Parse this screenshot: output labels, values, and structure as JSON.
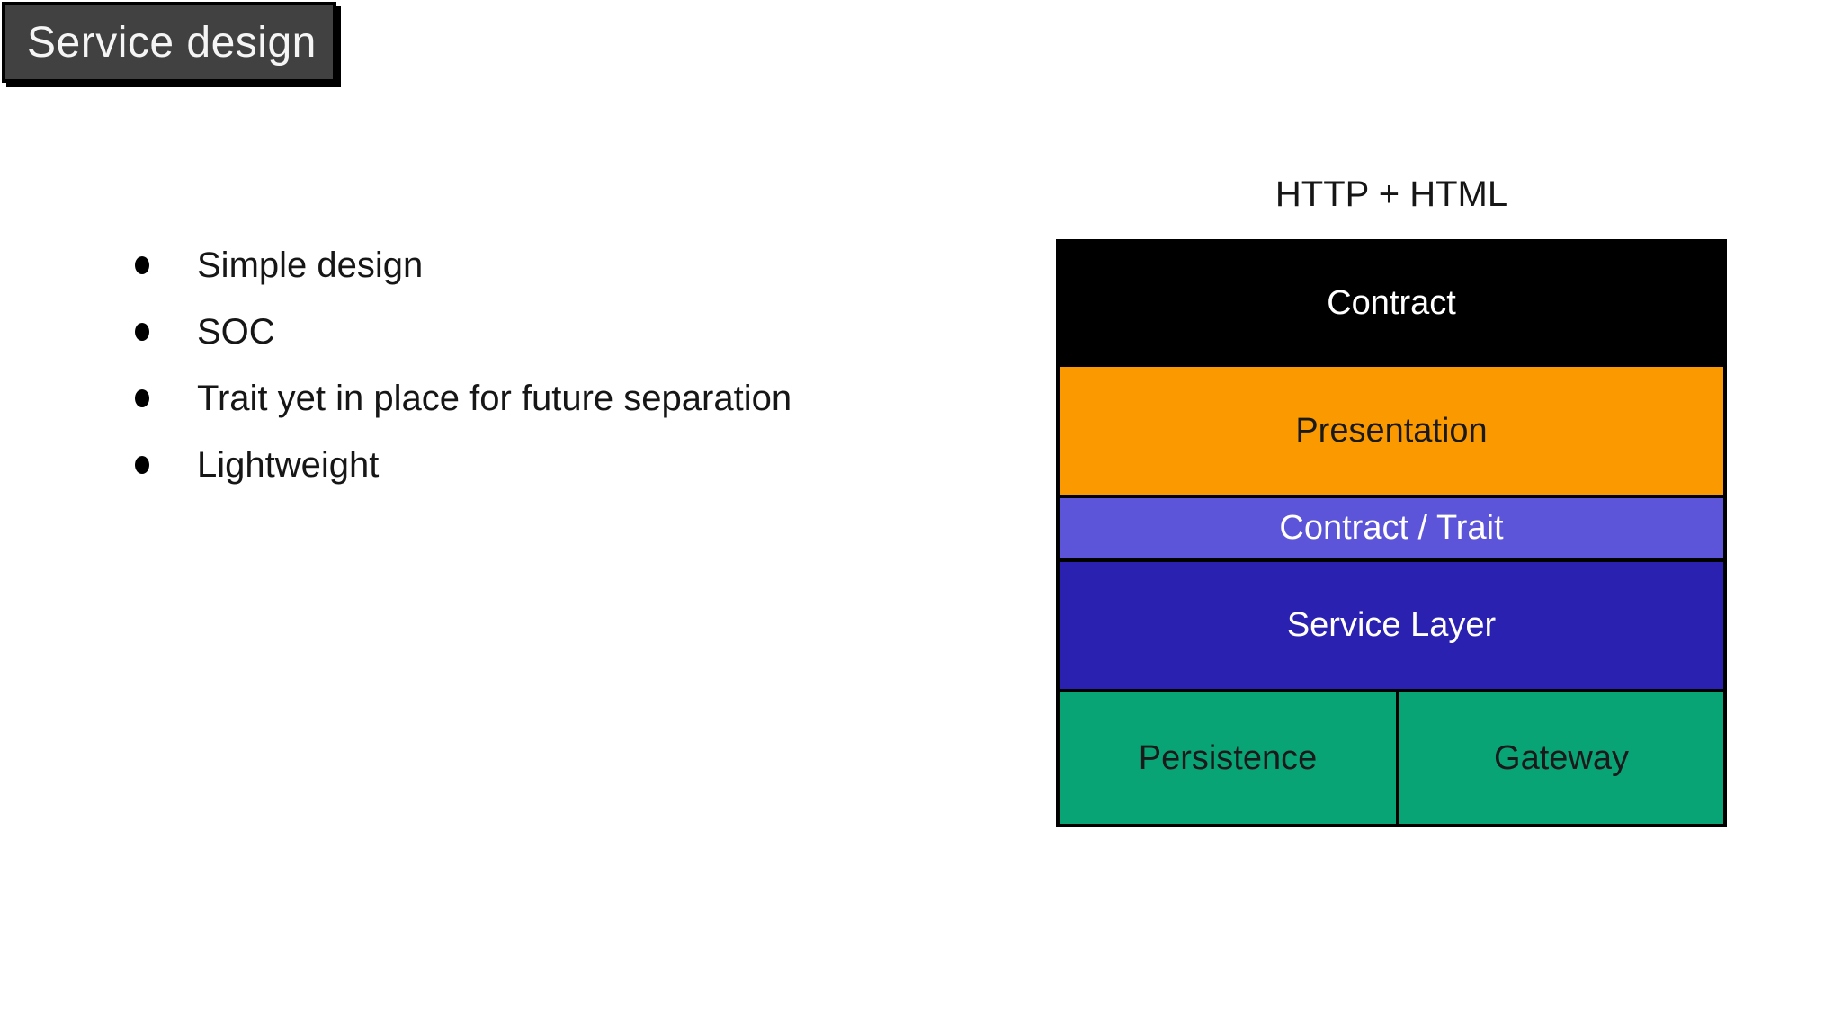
{
  "slide": {
    "title": {
      "text": "Service design",
      "bg": "#414141",
      "text_color": "#F5F5F5",
      "border_color": "#000000"
    },
    "bullets": {
      "items": [
        "Simple design",
        "SOC",
        "Trait yet in place for future separation",
        "Lightweight"
      ],
      "marker": "filled-circle",
      "text_color": "#161616"
    },
    "diagram": {
      "heading": "HTTP + HTML",
      "border_color": "#000000",
      "layers": [
        {
          "label": "Contract",
          "bg": "#000000",
          "text_color": "#FFFFFF"
        },
        {
          "label": "Presentation",
          "bg": "#FB9A00",
          "text_color": "#1A1A1A"
        },
        {
          "label": "Contract / Trait",
          "bg": "#5C55DA",
          "text_color": "#FFFFFF"
        },
        {
          "label": "Service Layer",
          "bg": "#2B21B1",
          "text_color": "#FFFFFF"
        }
      ],
      "bottom_row": [
        {
          "label": "Persistence",
          "bg": "#09A476",
          "text_color": "#1A1A1A"
        },
        {
          "label": "Gateway",
          "bg": "#09A476",
          "text_color": "#1A1A1A"
        }
      ]
    }
  }
}
